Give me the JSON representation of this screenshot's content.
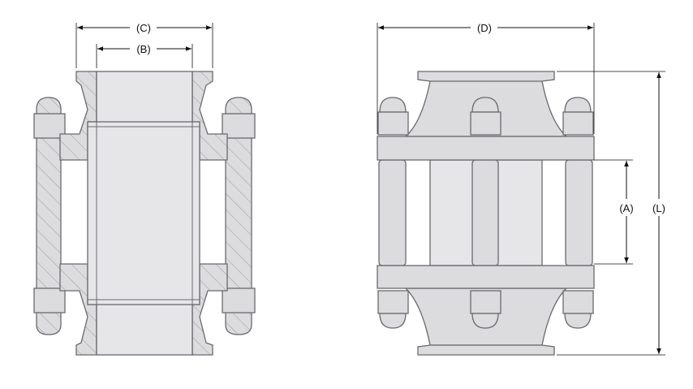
{
  "diagram": {
    "dimension_labels": {
      "A": "(A)",
      "B": "(B)",
      "C": "(C)",
      "D": "(D)",
      "L": "(L)"
    },
    "colors": {
      "part": "#dcdcdf",
      "outline": "#6a6a6e",
      "dimension": "#111111"
    }
  }
}
